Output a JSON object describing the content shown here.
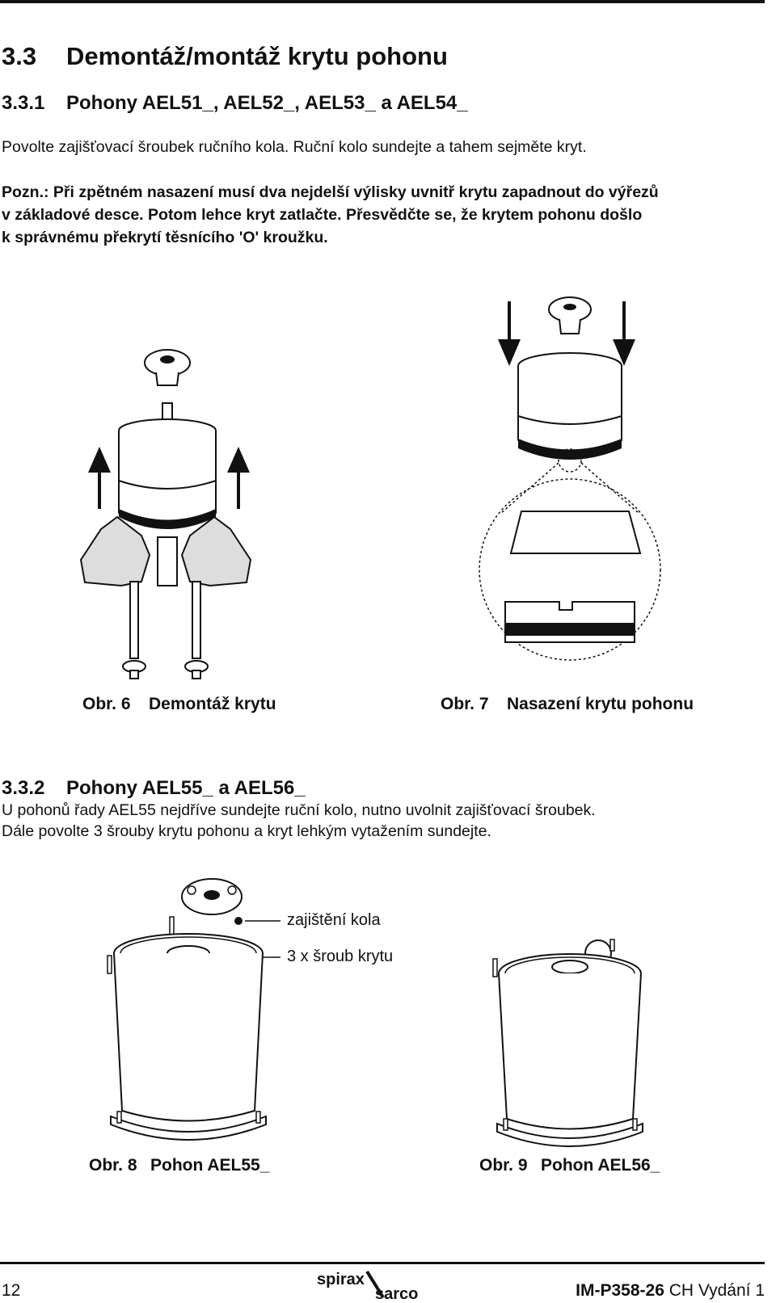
{
  "section": {
    "number": "3.3",
    "title": "Demontáž/montáž krytu pohonu"
  },
  "sub1": {
    "number": "3.3.1",
    "title": "Pohony AEL51_, AEL52_, AEL53_ a AEL54_",
    "text": "Povolte zajišťovací šroubek ručního kola. Ruční kolo sundejte a tahem sejměte kryt.",
    "note_label": "Pozn.",
    "note_lines": [
      ": Při zpětném nasazení musí dva nejdelší výlisky uvnitř krytu zapadnout do výřezů",
      "v základové desce. Potom lehce kryt zatlačte. Přesvědčte se, že krytem pohonu došlo",
      "k správnému překrytí těsnícího 'O' kroužku."
    ]
  },
  "fig6": {
    "number": "Obr. 6",
    "caption": "Demontáž krytu"
  },
  "fig7": {
    "number": "Obr. 7",
    "caption": "Nasazení krytu pohonu"
  },
  "sub2": {
    "number": "3.3.2",
    "title": "Pohony AEL55_ a AEL56_",
    "line1": "U pohonů řady AEL55 nejdříve sundejte ruční kolo, nutno uvolnit zajišťovací šroubek.",
    "line2": "Dále povolte 3 šrouby krytu pohonu a kryt lehkým vytažením sundejte."
  },
  "fig8": {
    "number": "Obr. 8",
    "caption": "Pohon AEL55_",
    "callout_wheel_lock": "zajištění kola",
    "callout_screws": "3 x šroub krytu"
  },
  "fig9": {
    "number": "Obr. 9",
    "caption": "Pohon AEL56_"
  },
  "footer": {
    "page": "12",
    "logo_top": "spirax",
    "logo_bottom": "sarco",
    "doc_code": "IM-P358-26",
    "doc_edition": "CH Vydání 1"
  }
}
